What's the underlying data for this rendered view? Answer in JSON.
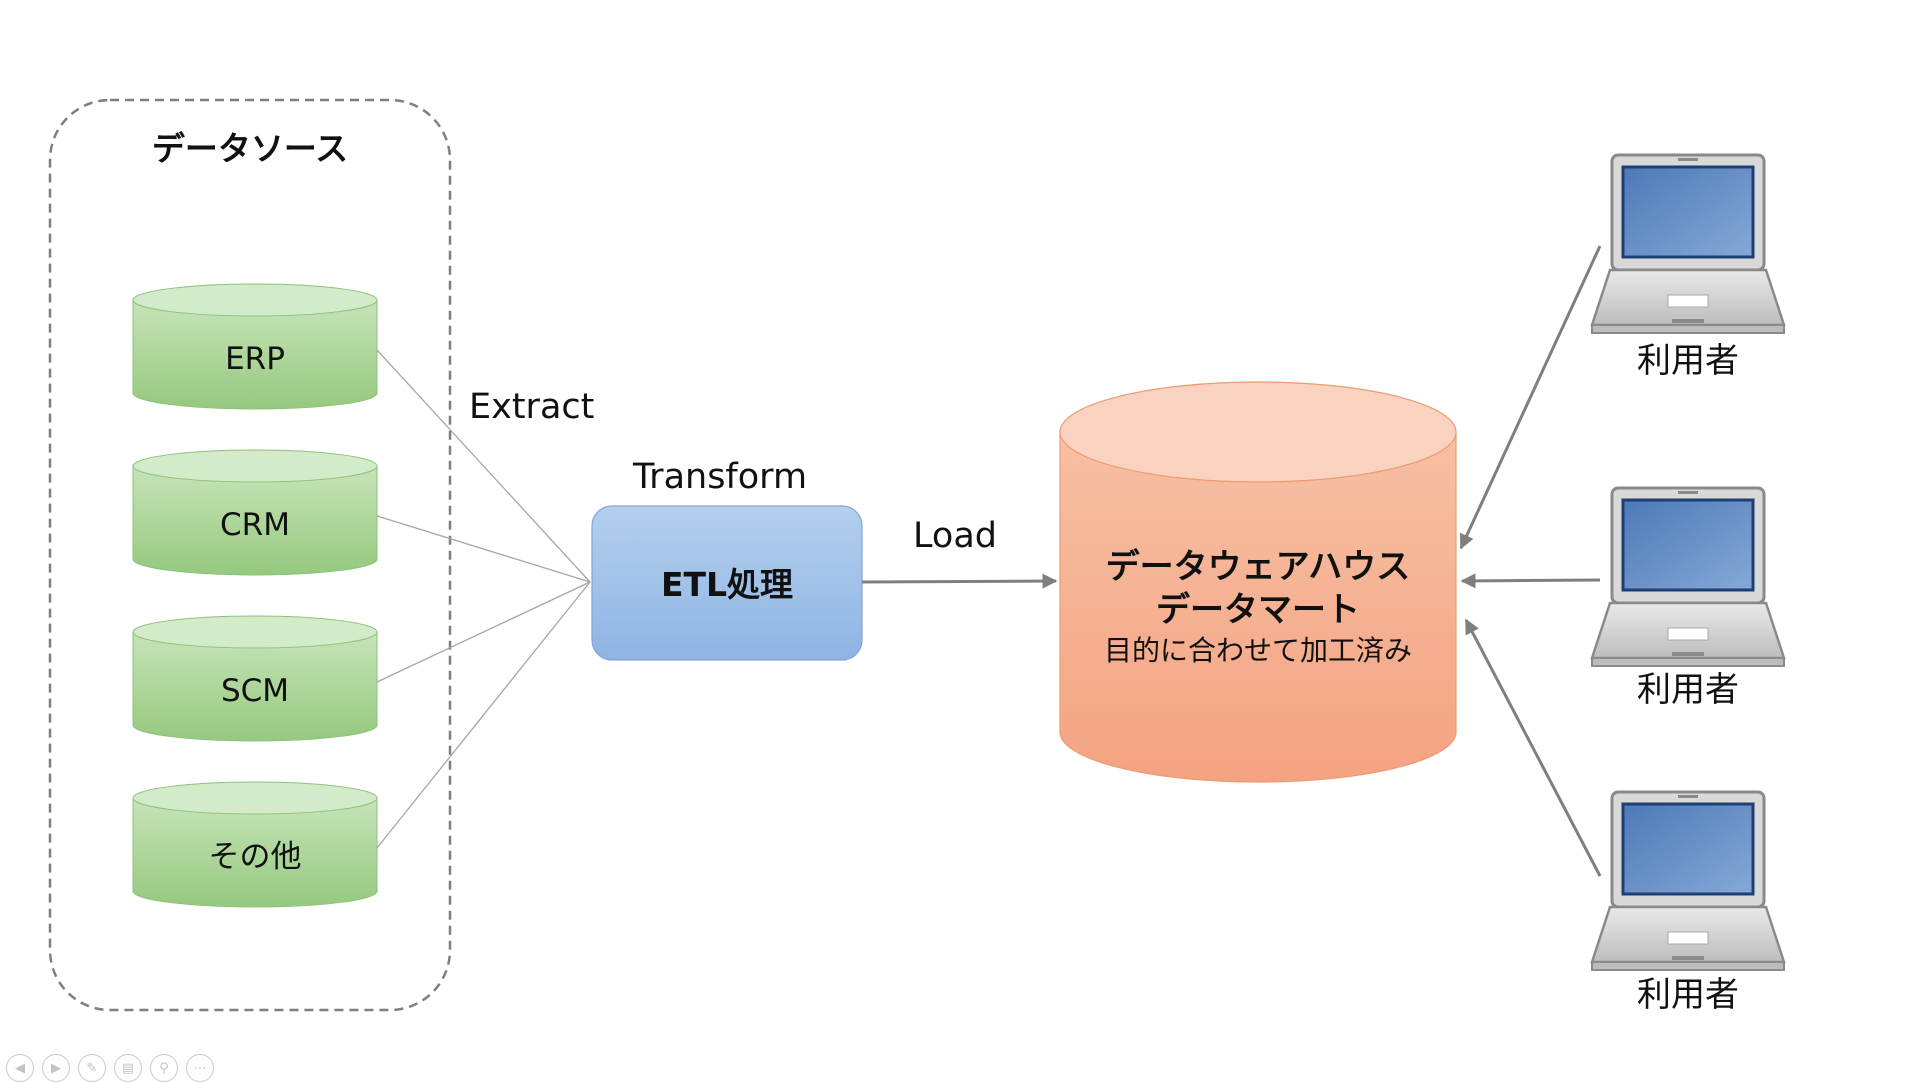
{
  "diagram": {
    "data_sources": {
      "title": "データソース",
      "items": [
        "ERP",
        "CRM",
        "SCM",
        "その他"
      ]
    },
    "steps": {
      "extract": "Extract",
      "transform": "Transform",
      "load": "Load"
    },
    "etl": {
      "label": "ETL処理"
    },
    "warehouse": {
      "line1": "データウェアハウス",
      "line2": "データマート",
      "line3": "目的に合わせて加工済み"
    },
    "users": [
      "利用者",
      "利用者",
      "利用者"
    ]
  },
  "slideshow_controls": [
    {
      "icon": "previous-icon"
    },
    {
      "icon": "next-icon"
    },
    {
      "icon": "pen-icon"
    },
    {
      "icon": "slides-icon"
    },
    {
      "icon": "zoom-icon"
    },
    {
      "icon": "more-icon"
    }
  ],
  "colors": {
    "green": "#a2cf8f",
    "blue": "#9fc0e6",
    "orange": "#f5ac8a",
    "arrow": "#7f7f7f"
  }
}
